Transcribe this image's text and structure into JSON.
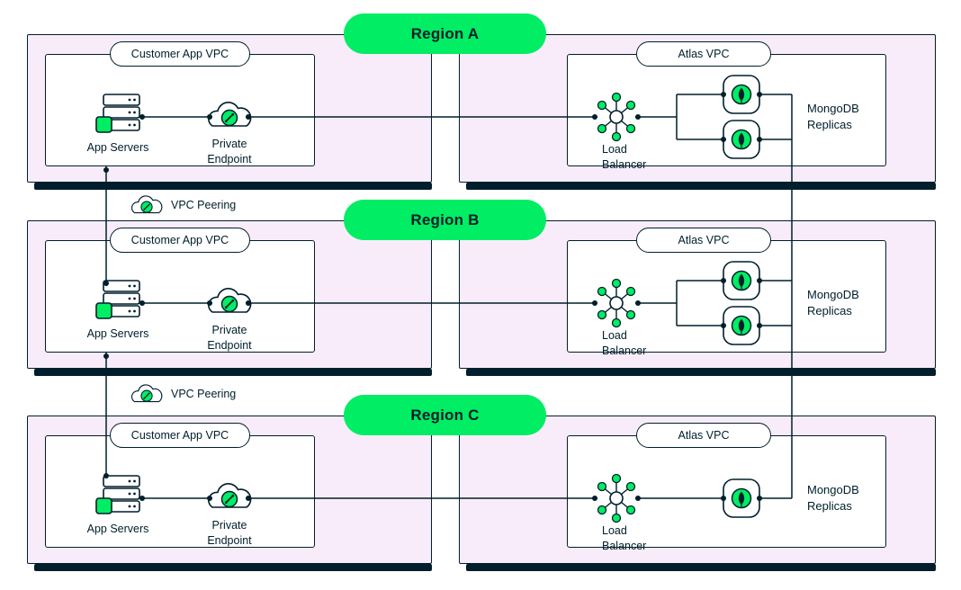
{
  "regions": [
    {
      "label": "Region A",
      "customer_vpc": {
        "label": "Customer App VPC",
        "app_servers": "App Servers",
        "private_endpoint": "Private Endpoint"
      },
      "atlas_vpc": {
        "label": "Atlas VPC",
        "load_balancer": "Load Balancer",
        "replicas": "MongoDB Replicas",
        "replica_count": 2
      }
    },
    {
      "label": "Region B",
      "customer_vpc": {
        "label": "Customer App VPC",
        "app_servers": "App Servers",
        "private_endpoint": "Private Endpoint"
      },
      "atlas_vpc": {
        "label": "Atlas VPC",
        "load_balancer": "Load Balancer",
        "replicas": "MongoDB Replicas",
        "replica_count": 2
      }
    },
    {
      "label": "Region C",
      "customer_vpc": {
        "label": "Customer App VPC",
        "app_servers": "App Servers",
        "private_endpoint": "Private Endpoint"
      },
      "atlas_vpc": {
        "label": "Atlas VPC",
        "load_balancer": "Load Balancer",
        "replicas": "MongoDB Replicas",
        "replica_count": 1
      }
    }
  ],
  "peering": [
    {
      "label": "VPC Peering"
    },
    {
      "label": "VPC Peering"
    }
  ],
  "colors": {
    "accent_green": "#00ED64",
    "ink": "#001E2B",
    "zone_pink": "#F9ECFA"
  }
}
